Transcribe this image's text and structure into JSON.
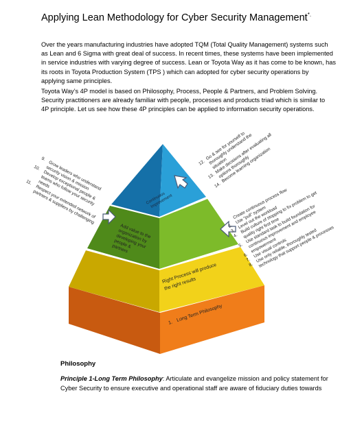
{
  "document": {
    "title": "Applying Lean Methodology for Cyber Security Management",
    "title_mark": "*.",
    "paragraph1_lines": [
      "Over the years manufacturing industries have adopted TQM (Total Quality Management) systems such",
      "as Lean and 6 Sigma with great deal of success. In recent times, these systems have been implemented",
      "in service industries with varying degree of success. Lean or Toyota Way as it has come to be known, has",
      "its roots in Toyota Production System (TPS ) which  can adopted for cyber security operations by",
      "applying same principles."
    ],
    "paragraph2_lines": [
      "Toyota Way’s 4P model is based on Philosophy, Process, People & Partners, and Problem Solving.",
      "Security practitioners are already familiar with people, processes and products triad which is similar to",
      "4P principle. Let us see how these 4P principles can be applied to information security operations."
    ],
    "section_heading": "Philosophy",
    "principle_label": "Principle 1",
    "principle_name": "-Long Term Philosophy",
    "principle_text_first": ": Articulate and evangelize mission and policy statement for",
    "principle_text_second": "Cyber Security to ensure executive and operational staff are aware of fiduciary duties towards"
  },
  "pyramid": {
    "colors": {
      "tier1_front": "#f07d1a",
      "tier1_side": "#c85a10",
      "tier2_front": "#f2d21a",
      "tier2_side": "#c9a800",
      "tier3_front": "#7dbb2a",
      "tier3_side": "#4f8a1a",
      "tier4_front": "#2aa0d8",
      "tier4_side": "#1570a8"
    },
    "tier1_number": "1.",
    "tier1_label": "Long Term Philosophy",
    "tier2_label_lines": [
      "Right Process will produce",
      "the right results"
    ],
    "tier3_label_lines": [
      "Add value to the",
      "organization by",
      "developing your",
      "people &",
      "partners"
    ],
    "tier4_label_lines": [
      "Continuous",
      "Improvement"
    ],
    "top_right_numbers": [
      "12.",
      "13.",
      "14."
    ],
    "top_right_lines": [
      "Go & see for yourself to",
      "thoroughly understand the",
      "situation",
      "Make decisions after evaluating all",
      "options thoroughly",
      "Become learning organization"
    ],
    "left_numbers": [
      "9.",
      "10.",
      "11."
    ],
    "left_lines": [
      "Grow leaders who understand",
      "security vision & mission",
      "Develop exceptional people &",
      "teams who follow your security",
      "needs",
      "Respect your extended network of",
      "partners & suppliers by challenging"
    ],
    "right_numbers": [
      "2.",
      "3.",
      "4.",
      "5.",
      "6.",
      "7.",
      "8."
    ],
    "right_lines": [
      "Create continuous process flow",
      "Use “pull” system",
      "Level out the workload",
      "Build culture of stopping to fix problem to get",
      "quality right first time",
      "Use standard task to build foundation for",
      "continuous improvement and employee",
      "empowerment",
      "Use visual controls",
      "Use only reliable, thoroughly tested",
      "technology that  support  people & processes"
    ]
  }
}
